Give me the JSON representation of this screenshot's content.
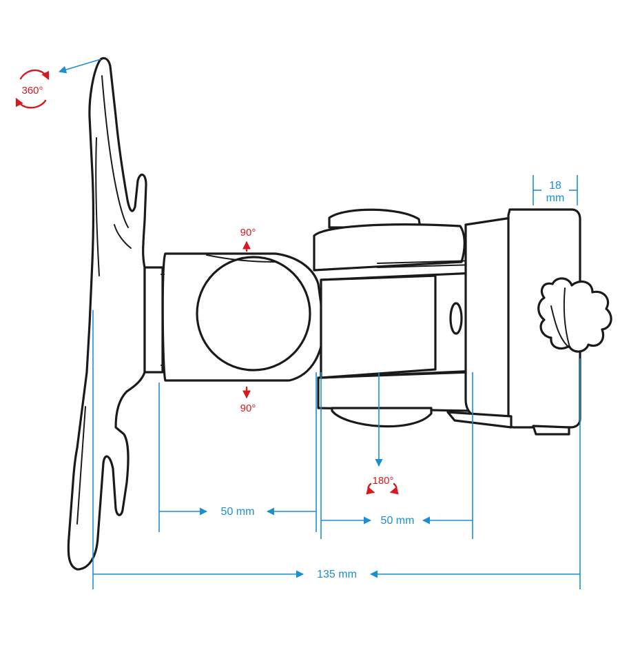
{
  "colors": {
    "dimension": "#1b8fcf",
    "rotation": "#d71920",
    "outline": "#1a1a1a"
  },
  "labels": {
    "rotation_plate": "360°",
    "tilt_up": "90°",
    "tilt_down": "90°",
    "swivel": "180°",
    "arm_length_1": "50 mm",
    "arm_length_2": "50 mm",
    "total_length": "135 mm",
    "clamp_width_value": "18",
    "clamp_width_unit": "mm"
  }
}
